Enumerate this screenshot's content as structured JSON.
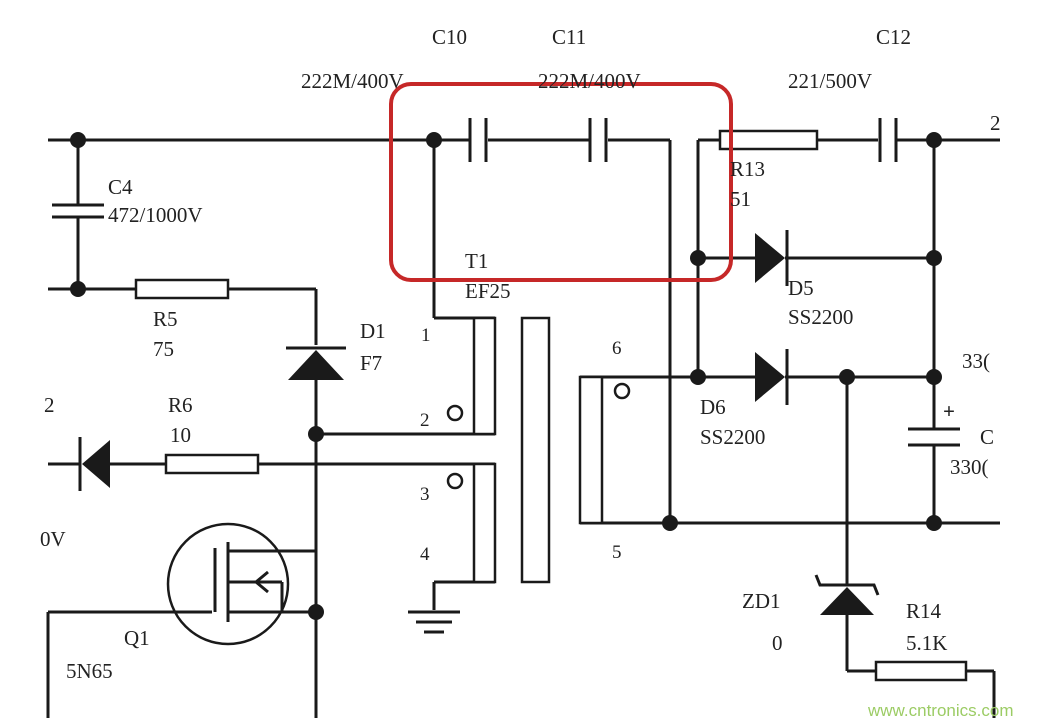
{
  "colors": {
    "wire": "#1a1a1a",
    "highlight": "#c62828",
    "watermark": "#9ccc65",
    "text": "#222222"
  },
  "labels": {
    "c10": "C10",
    "c10_value": "222M/400V",
    "c11": "C11",
    "c11_value": "222M/400V",
    "c12": "C12",
    "c12_value": "221/500V",
    "c4": "C4",
    "c4_value": "472/1000V",
    "r13": "R13",
    "r13_value": "51",
    "t1": "T1",
    "t1_type": "EF25",
    "r5": "R5",
    "r5_value": "75",
    "d1": "D1",
    "d1_value": "F7",
    "r6": "R6",
    "r6_value": "10",
    "d5": "D5",
    "d5_value": "SS2200",
    "d6": "D6",
    "d6_value": "SS2200",
    "pin1": "1",
    "pin2": "2",
    "pin3": "3",
    "pin4": "4",
    "pin5": "5",
    "pin6": "6",
    "zd1": "ZD1",
    "zd1_value": "0",
    "r14": "R14",
    "r14_value": "5.1K",
    "q1": "Q1",
    "q1_value": "5N65",
    "clip_330a": "33(",
    "clip_c": "C",
    "clip_330b": "330(",
    "clip_0v": "0V",
    "clip_2": "2",
    "clip_right_2": "2",
    "plus": "+"
  },
  "watermark": "www.cntronics.com"
}
